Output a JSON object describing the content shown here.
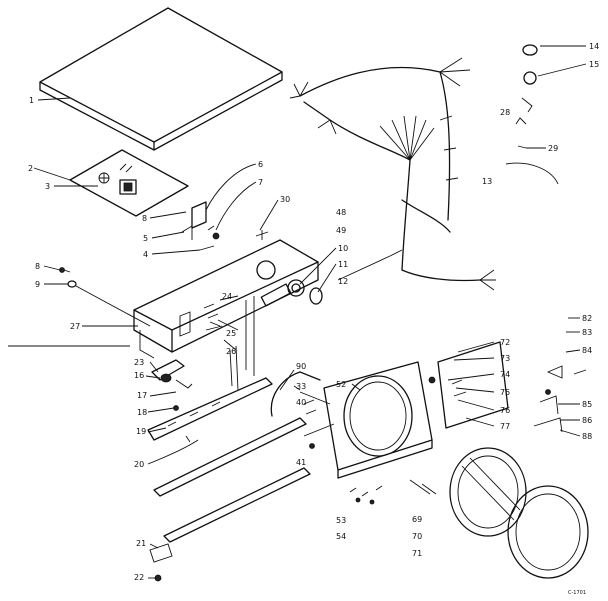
{
  "diagram": {
    "callouts": [
      "1",
      "2",
      "3",
      "4",
      "5",
      "6",
      "7",
      "8",
      "8",
      "9",
      "10",
      "11",
      "12",
      "13",
      "14",
      "15",
      "16",
      "17",
      "18",
      "19",
      "20",
      "21",
      "22",
      "23",
      "24",
      "25",
      "26",
      "27",
      "28",
      "29",
      "30",
      "33",
      "40",
      "41",
      "48",
      "49",
      "52",
      "53",
      "54",
      "69",
      "70",
      "71",
      "72",
      "73",
      "74",
      "75",
      "76",
      "77",
      "82",
      "83",
      "84",
      "85",
      "86",
      "88",
      "90"
    ],
    "drawing_code": "C-1701"
  }
}
